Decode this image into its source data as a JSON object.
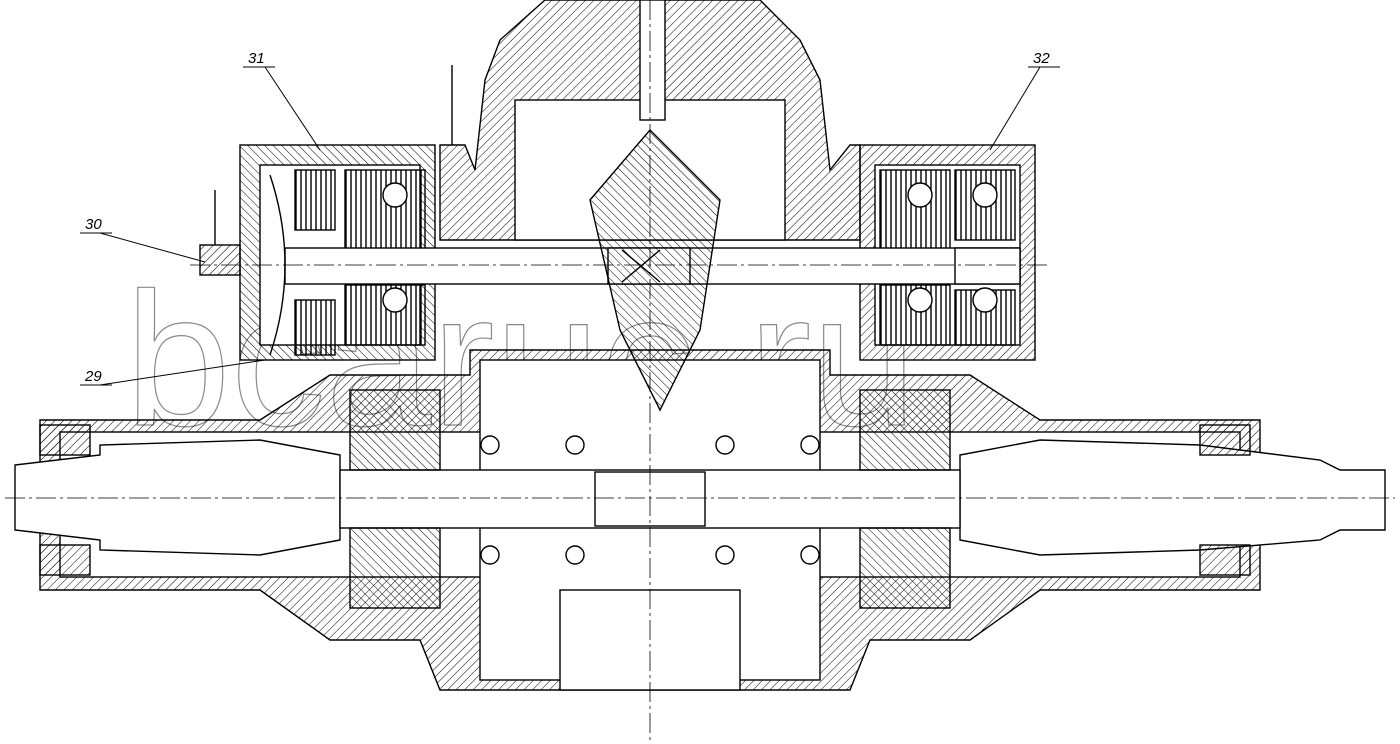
{
  "drawing": {
    "title": "Transmission assembly cross-section",
    "callouts": [
      {
        "id": "31",
        "label": "31"
      },
      {
        "id": "32",
        "label": "32"
      },
      {
        "id": "30",
        "label": "30"
      },
      {
        "id": "29",
        "label": "29"
      }
    ],
    "watermark": "bcaruc.ru"
  }
}
